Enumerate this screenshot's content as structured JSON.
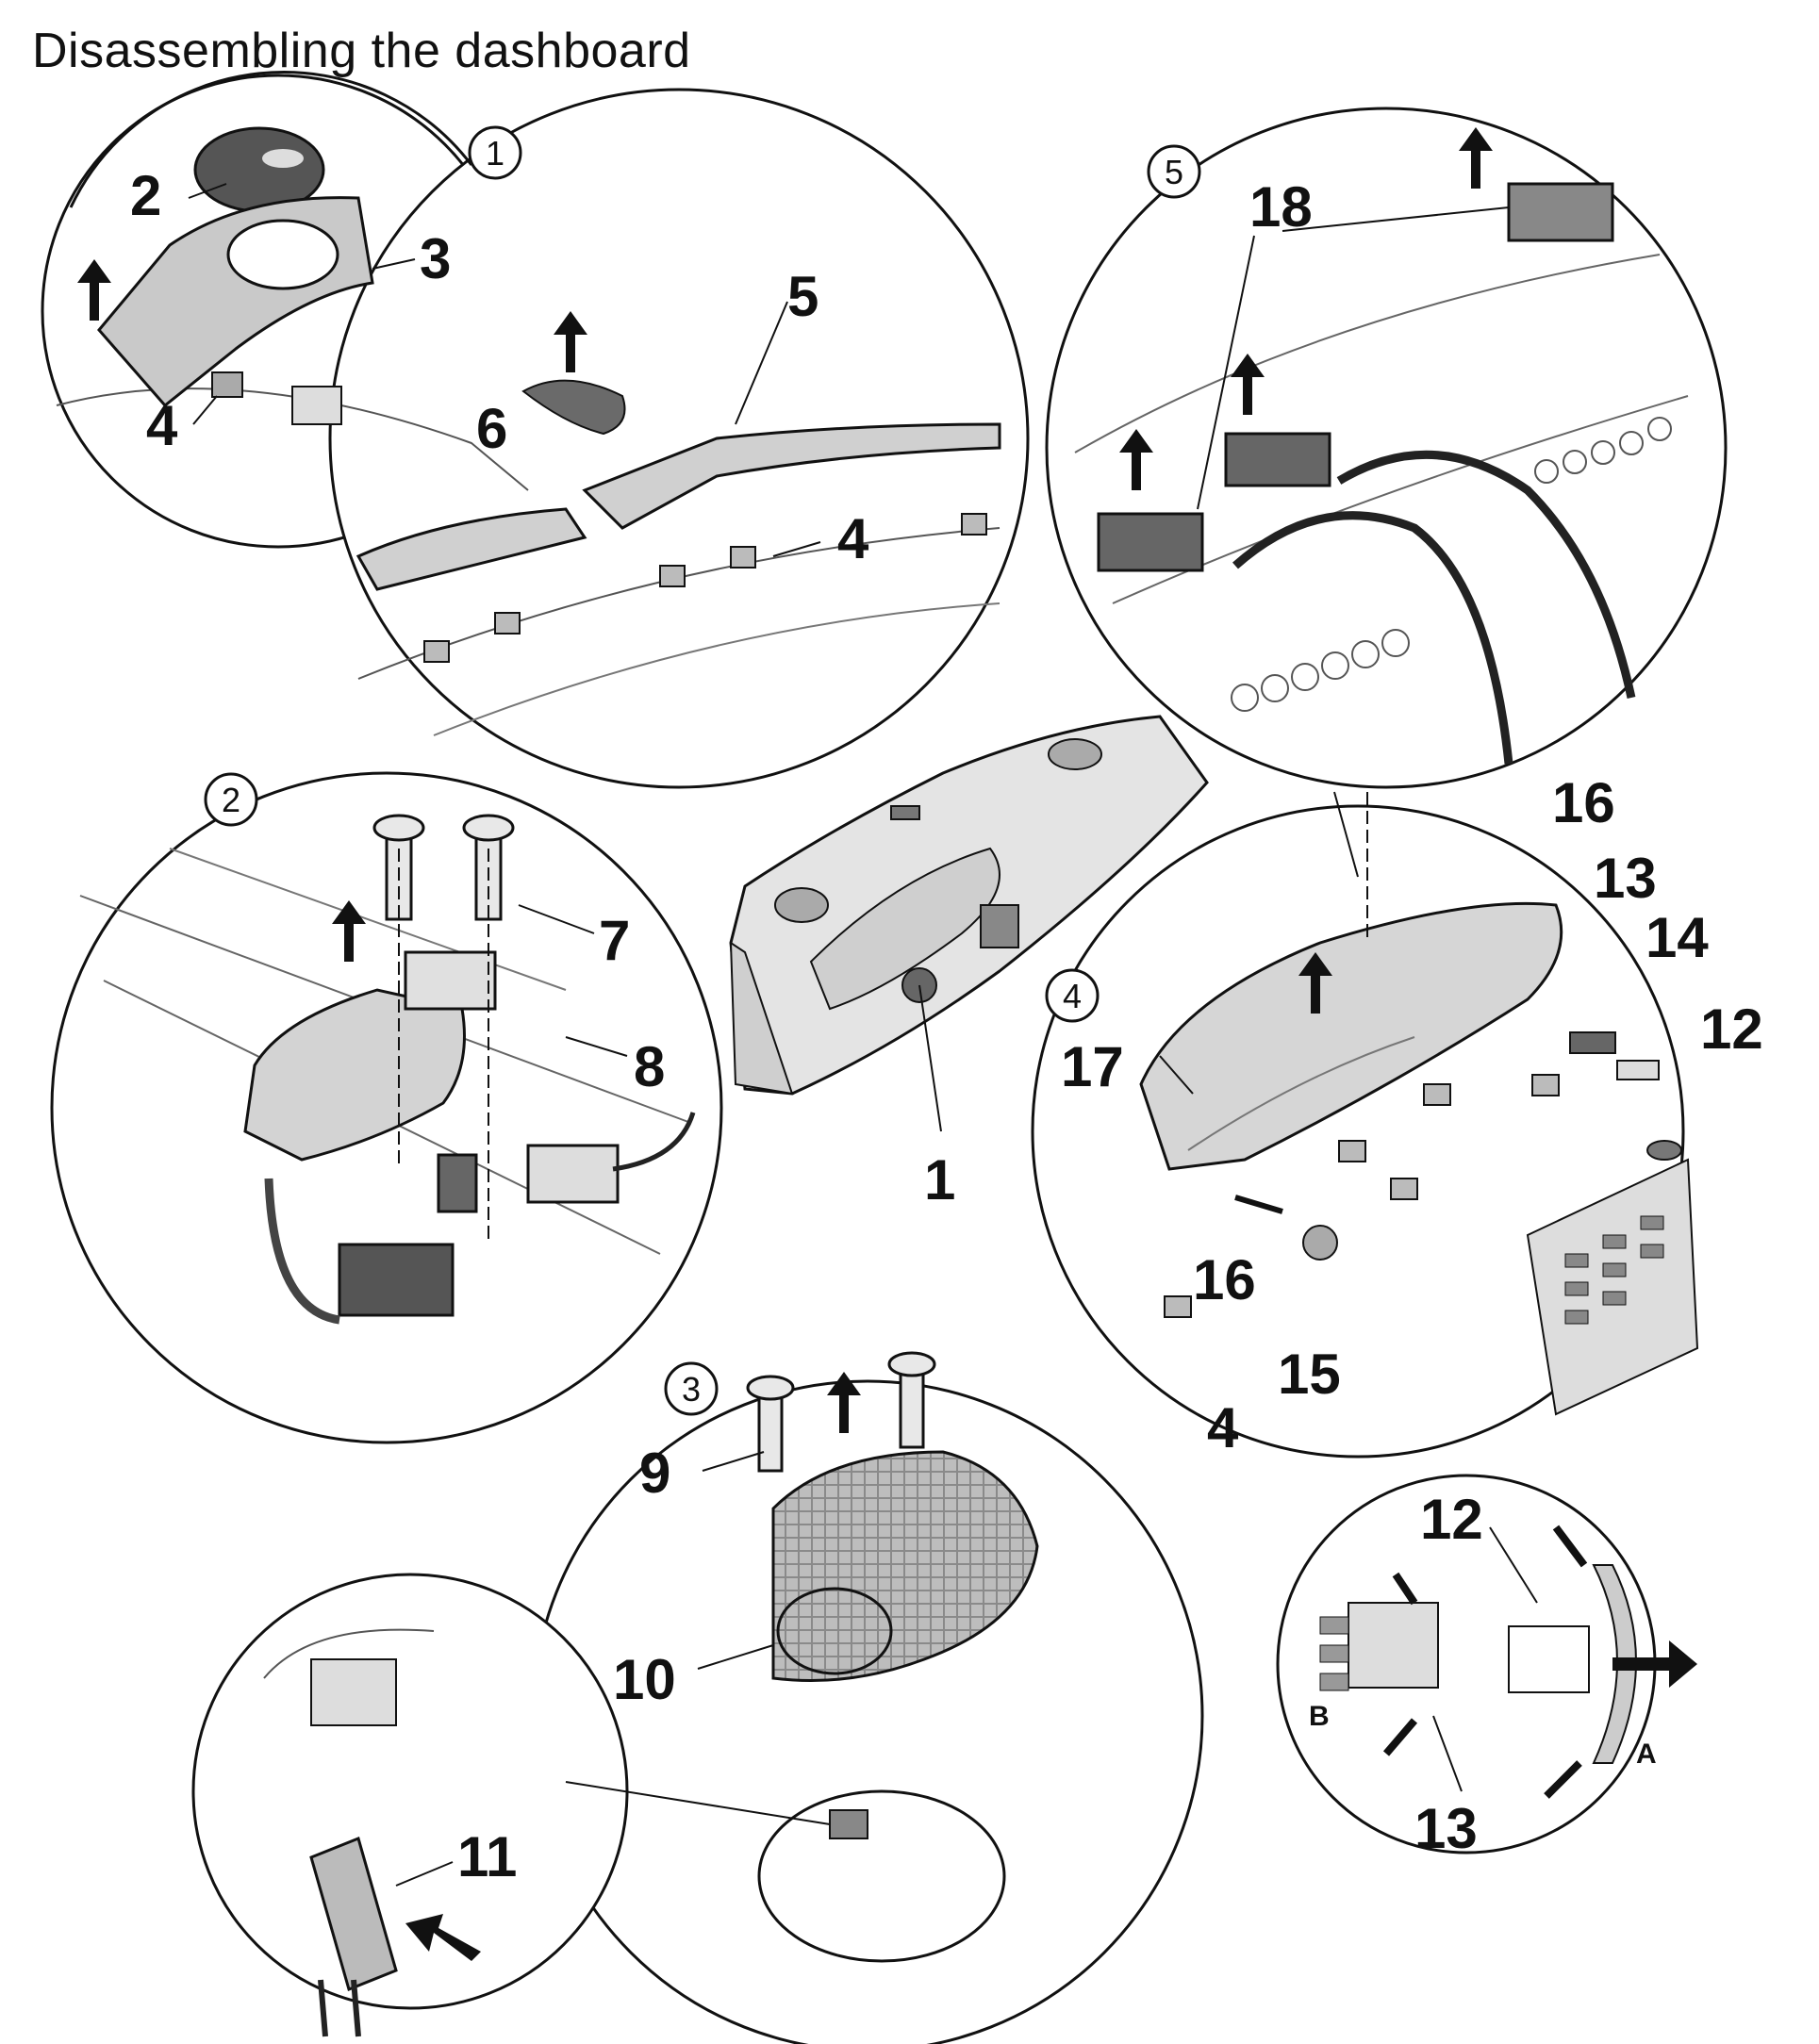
{
  "title": "Disassembling the dashboard",
  "detail_views": {
    "view1": "1",
    "view2": "2",
    "view3": "3",
    "view4": "4",
    "view5": "5"
  },
  "callouts": {
    "c1": "1",
    "c2": "2",
    "c3": "3",
    "c4": "4",
    "c5": "5",
    "c6": "6",
    "c7": "7",
    "c8": "8",
    "c9": "9",
    "c10": "10",
    "c11": "11",
    "c12": "12",
    "c13": "13",
    "c14": "14",
    "c15": "15",
    "c16": "16",
    "c17": "17",
    "c18": "18"
  },
  "letters": {
    "a": "A",
    "b": "B"
  }
}
